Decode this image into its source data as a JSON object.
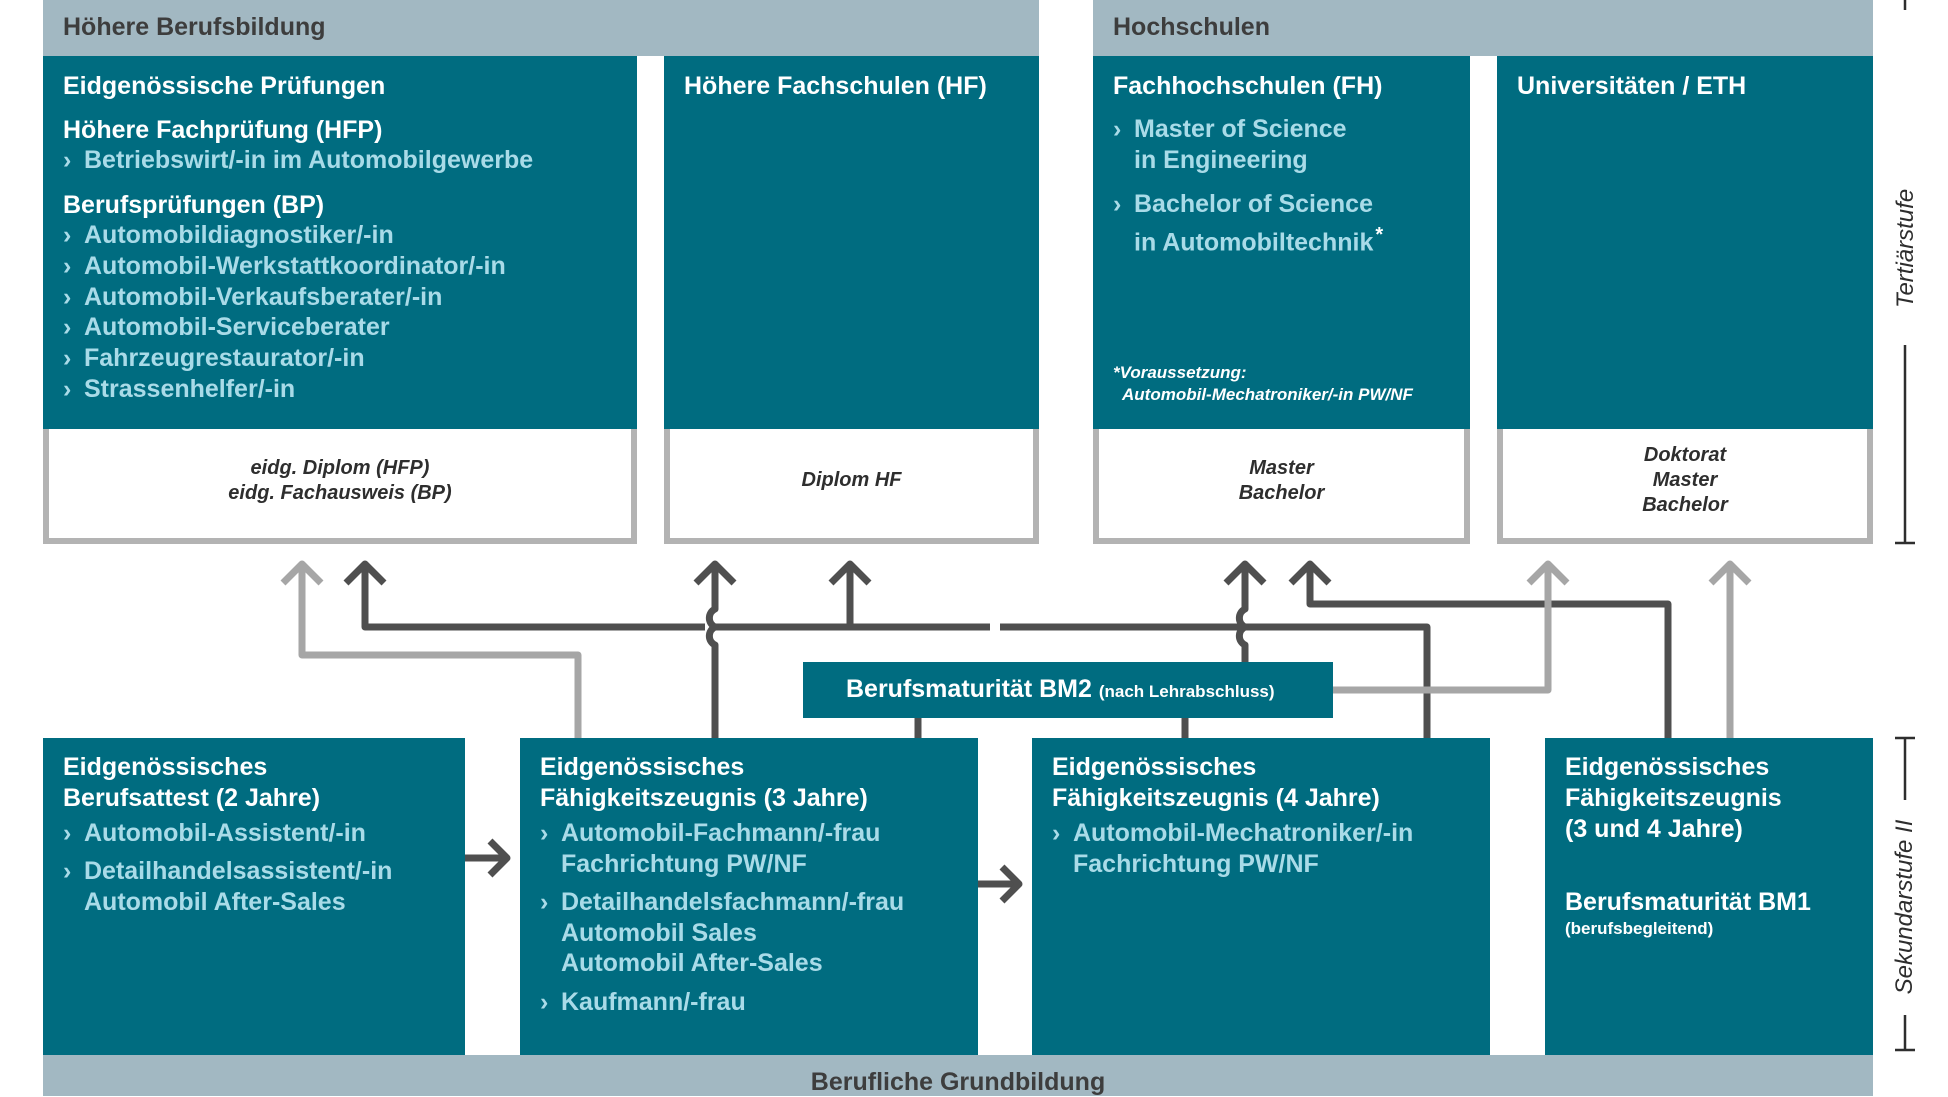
{
  "bands": {
    "hoehere_berufsbildung": "Höhere Berufsbildung",
    "hochschulen": "Hochschulen",
    "berufliche_grundbildung": "Berufliche Grundbildung"
  },
  "tertiary": {
    "eidg_pruefungen": {
      "title": "Eidgenössische Prüfungen",
      "hfp_title": "Höhere Fachprüfung (HFP)",
      "hfp_items": [
        "Betriebswirt/-in im Automobilgewerbe"
      ],
      "bp_title": "Berufsprüfungen (BP)",
      "bp_items": [
        "Automobildiagnostiker/-in",
        "Automobil-Werkstattkoordinator/-in",
        "Automobil-Verkaufsberater/-in",
        "Automobil-Serviceberater",
        "Fahrzeugrestaurator/-in",
        "Strassenhelfer/-in"
      ],
      "diploma": [
        "eidg. Diplom (HFP)",
        "eidg. Fachausweis (BP)"
      ]
    },
    "hoehere_fachschulen": {
      "title": "Höhere Fachschulen (HF)",
      "diploma": [
        "Diplom HF"
      ]
    },
    "fachhochschulen": {
      "title": "Fachhochschulen (FH)",
      "items": [
        [
          "Master of Science",
          "in Engineering"
        ],
        [
          "Bachelor of Science",
          "in Automobiltechnik"
        ]
      ],
      "asterisk": "*",
      "note": [
        "*Voraussetzung:",
        "Automobil-Mechatroniker/-in PW/NF"
      ],
      "diploma": [
        "Master",
        "Bachelor"
      ]
    },
    "universitaeten": {
      "title": "Universitäten / ETH",
      "diploma": [
        "Doktorat",
        "Master",
        "Bachelor"
      ]
    }
  },
  "bm2": {
    "label": "Berufsmaturität BM2",
    "suffix": "(nach Lehrabschluss)"
  },
  "secondary": {
    "eba": {
      "title": [
        "Eidgenössisches",
        "Berufsattest (2 Jahre)"
      ],
      "items": [
        [
          "Automobil-Assistent/-in"
        ],
        [
          "Detailhandelsassistent/-in",
          "Automobil After-Sales"
        ]
      ]
    },
    "efz3": {
      "title": [
        "Eidgenössisches",
        "Fähigkeitszeugnis (3 Jahre)"
      ],
      "items": [
        [
          "Automobil-Fachmann/-frau",
          "Fachrichtung PW/NF"
        ],
        [
          "Detailhandelsfachmann/-frau",
          "Automobil Sales",
          "Automobil After-Sales"
        ],
        [
          "Kaufmann/-frau"
        ]
      ]
    },
    "efz4": {
      "title": [
        "Eidgenössisches",
        "Fähigkeitszeugnis (4 Jahre)"
      ],
      "items": [
        [
          "Automobil-Mechatroniker/-in",
          "Fachrichtung PW/NF"
        ]
      ]
    },
    "efz34": {
      "title": [
        "Eidgenössisches",
        "Fähigkeitszeugnis",
        "(3 und 4 Jahre)"
      ],
      "bm1_title": "Berufsmaturität BM1",
      "bm1_sub": "(berufsbegleitend)"
    }
  },
  "levels": {
    "tertiary": "Tertiärstufe",
    "secondary": "Sekundarstufe II"
  },
  "icons": {
    "bullet": "›"
  },
  "colors": {
    "band": "#a2b8c2",
    "box": "#006c80",
    "item_text": "#a9dbe8",
    "arrow_dark": "#4f4f4f",
    "arrow_light": "#a6a6a6",
    "diploma_border": "#b3b3b3"
  }
}
